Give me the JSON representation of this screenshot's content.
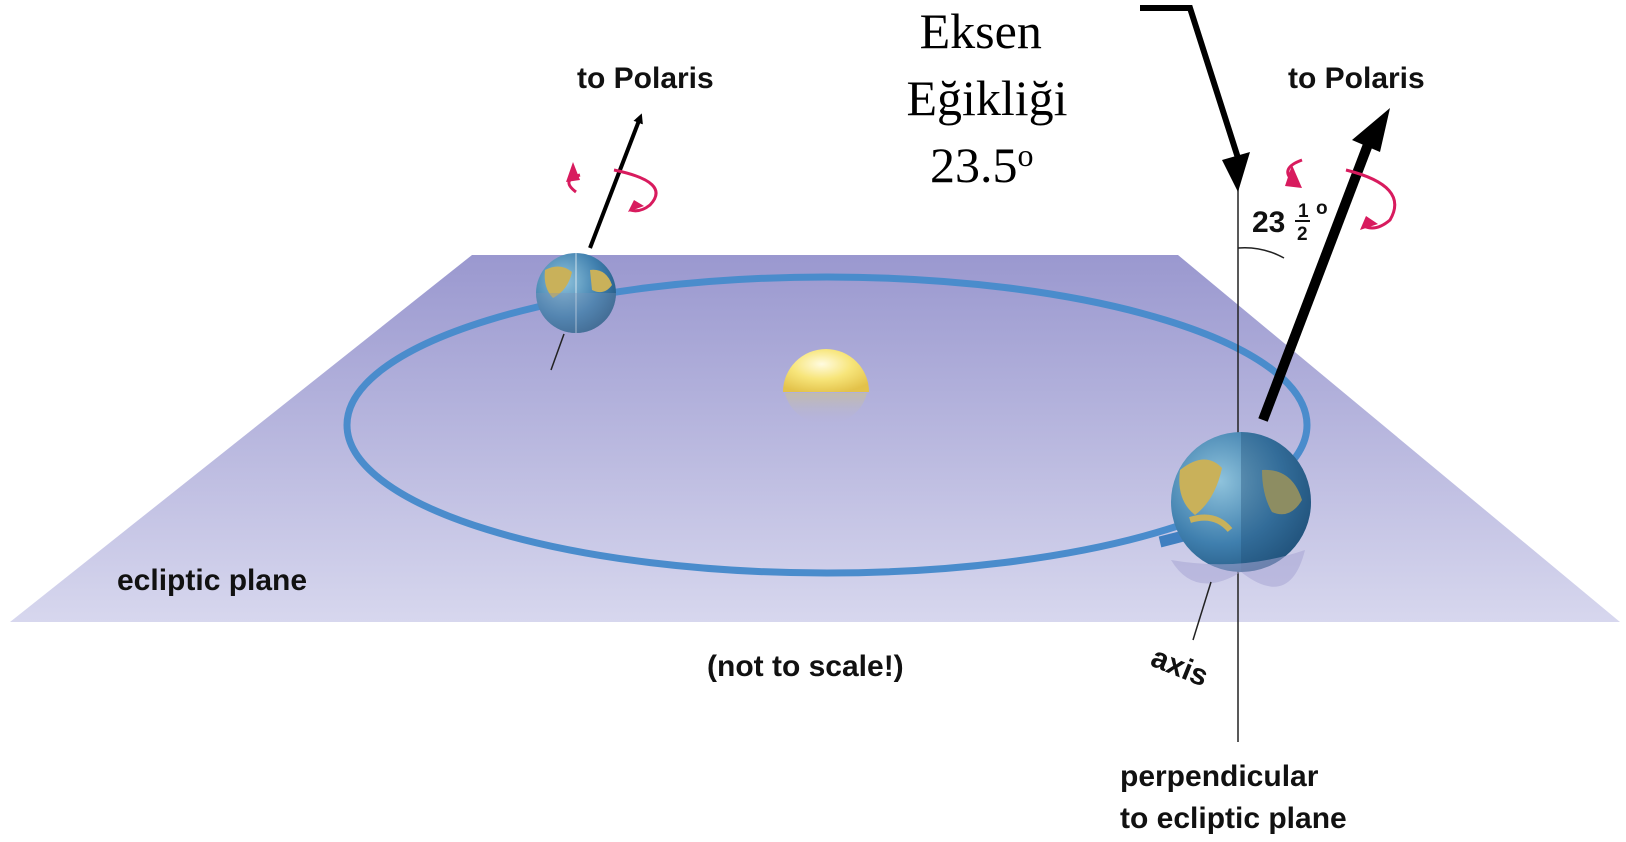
{
  "labels": {
    "eksen_line1": "Eksen",
    "eksen_line2": "Eğikliği",
    "eksen_value": "23.5",
    "eksen_degree": "o",
    "to_polaris_left": "to Polaris",
    "to_polaris_right": "to Polaris",
    "angle_whole": "23",
    "angle_num": "1",
    "angle_den": "2",
    "angle_degree": "o",
    "ecliptic_plane": "ecliptic plane",
    "not_to_scale": "(not to scale!)",
    "axis": "axis",
    "perpendicular_line1": "perpendicular",
    "perpendicular_line2": "to ecliptic plane"
  },
  "colors": {
    "plane": "#a9a8d8",
    "orbit": "#4a8ccc",
    "sun": "#f5df6a",
    "earth_ocean": "#3f7fae",
    "earth_land": "#c9b15a",
    "rotation_arrow": "#d81b5e"
  }
}
